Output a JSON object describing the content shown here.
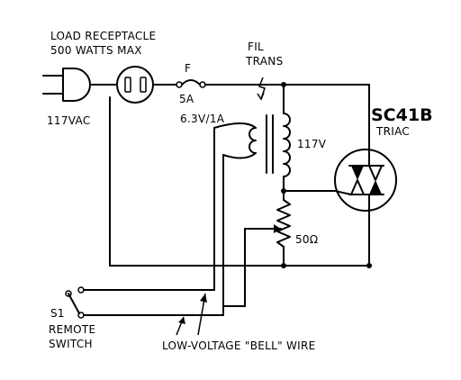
{
  "labels": {
    "load_receptacle_line1": "LOAD RECEPTACLE",
    "load_receptacle_line2": "500 WATTS MAX",
    "fuse_ref": "F",
    "fuse_rating": "5A",
    "ac_source": "117VAC",
    "transformer_line1": "FIL",
    "transformer_line2": "TRANS",
    "secondary_rating": "6.3V/1A",
    "primary_rating": "117V",
    "triac_part": "SC41B",
    "triac_type": "TRIAC",
    "potentiometer": "50Ω",
    "switch_ref": "S1",
    "switch_line1": "REMOTE",
    "switch_line2": "SWITCH",
    "wire_note": "LOW-VOLTAGE \"BELL\" WIRE"
  }
}
